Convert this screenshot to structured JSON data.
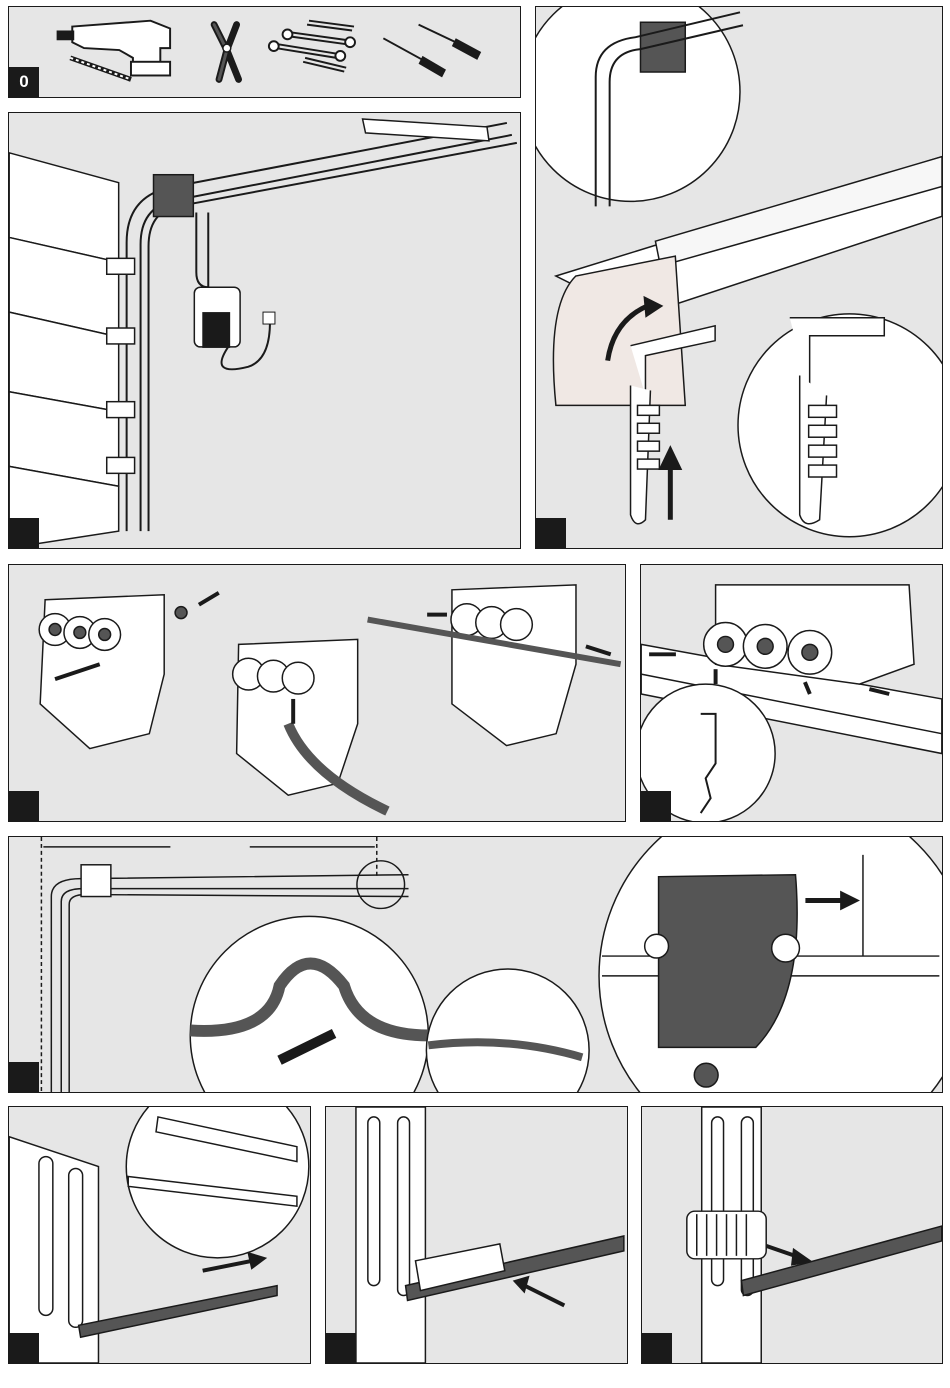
{
  "steps": [
    {
      "id": "0",
      "label": "0"
    },
    {
      "id": "1",
      "label": ""
    },
    {
      "id": "2",
      "label": ""
    },
    {
      "id": "3",
      "label": ""
    },
    {
      "id": "4",
      "label": ""
    },
    {
      "id": "5",
      "label": ""
    },
    {
      "id": "6",
      "label": ""
    },
    {
      "id": "7",
      "label": ""
    },
    {
      "id": "8",
      "label": ""
    }
  ],
  "tools": [
    "drill-icon",
    "drill-bit-icon",
    "wire-cutter-icon",
    "wrench-icon",
    "screwdriver-icon"
  ],
  "colors": {
    "background": "#e6e6e6",
    "line": "#1a1a1a",
    "part_dark": "#555555",
    "part_light": "#ffffff"
  }
}
